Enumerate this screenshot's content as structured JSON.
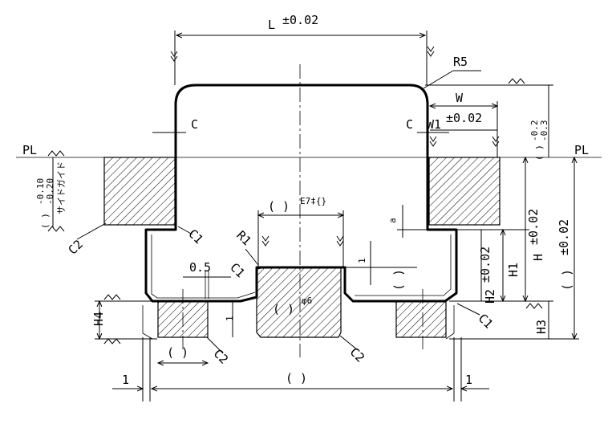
{
  "labels": {
    "L": "L",
    "L_tol": "±0.02",
    "R5": "R5",
    "W": "W",
    "W1": "W1",
    "W1_tol": "±0.02",
    "C_left": "C",
    "C_right": "C",
    "PL_left": "PL",
    "PL_right": "PL",
    "side_tol_upper": "-0.10",
    "side_tol_lower": "-0.20",
    "side_note": "サイドガイド",
    "paren_left": "( )",
    "C2_left": "C2",
    "C1_upper": "C1",
    "R1": "R1",
    "C1_mid": "C1",
    "dim_05": "0.5",
    "paren_E": "( )",
    "E_note": "E7‡{}",
    "a": "a",
    "one_mid": "1",
    "paren_mid": "( )",
    "paren_center": "( )",
    "phi6": "φ6",
    "right_tol_upper": "-0.2",
    "right_tol_lower": "-0.3",
    "right_paren_top": "( )",
    "H": "H",
    "H_tol": "±0.02",
    "H1": "H1",
    "H2": "H2",
    "H2_tol": "±0.02",
    "right_paren": "( )",
    "right_tol": "±0.02",
    "H3": "H3",
    "H4": "H4",
    "C1_right": "C1",
    "one_left": "1",
    "paren_bottom_left": "( )",
    "C2_bottom": "C2",
    "C2_center": "C2",
    "bottom_one_left": "1",
    "bottom_paren": "( )",
    "bottom_one_right": "1"
  }
}
